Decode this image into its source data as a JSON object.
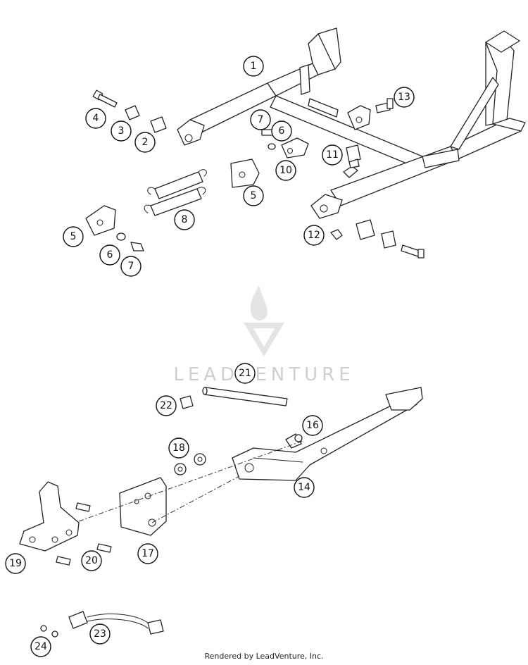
{
  "watermark": {
    "text": "LEADVENTURE",
    "color": "#d0d0d0"
  },
  "footer": {
    "text": "Rendered by LeadVenture, Inc."
  },
  "colors": {
    "line": "#222222",
    "background": "#ffffff"
  },
  "callouts": [
    {
      "label": "1"
    },
    {
      "label": "2"
    },
    {
      "label": "3"
    },
    {
      "label": "4"
    },
    {
      "label": "5"
    },
    {
      "label": "6"
    },
    {
      "label": "7"
    },
    {
      "label": "7"
    },
    {
      "label": "6"
    },
    {
      "label": "5"
    },
    {
      "label": "8"
    },
    {
      "label": "10"
    },
    {
      "label": "11"
    },
    {
      "label": "12"
    },
    {
      "label": "13"
    },
    {
      "label": "14"
    },
    {
      "label": "16"
    },
    {
      "label": "17"
    },
    {
      "label": "18"
    },
    {
      "label": "19"
    },
    {
      "label": "20"
    },
    {
      "label": "21"
    },
    {
      "label": "22"
    },
    {
      "label": "23"
    },
    {
      "label": "24"
    }
  ]
}
